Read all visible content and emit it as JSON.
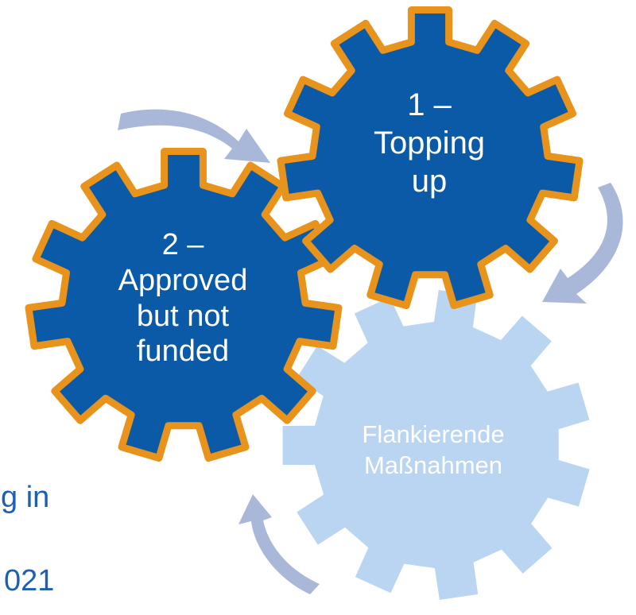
{
  "gears": [
    {
      "id": "topping-up",
      "lines": [
        "1 –",
        "Topping",
        "up"
      ],
      "fill": "#0b5aa8",
      "outline": "#e8931c"
    },
    {
      "id": "approved-not-funded",
      "lines": [
        "2 –",
        "Approved",
        "but not",
        "funded"
      ],
      "fill": "#0b5aa8",
      "outline": "#e8931c"
    },
    {
      "id": "flankierende-massnahmen",
      "lines": [
        "Flankierende",
        "Maßnahmen"
      ],
      "fill": "#b9d5f1",
      "outline": "none"
    }
  ],
  "side_text": [
    "g in",
    "021"
  ],
  "colors": {
    "arrow": "#a9b8d8",
    "label_dark_gear": "#ffffff",
    "label_light_gear": "#ffffff",
    "side_text": "#1f5fb0"
  }
}
